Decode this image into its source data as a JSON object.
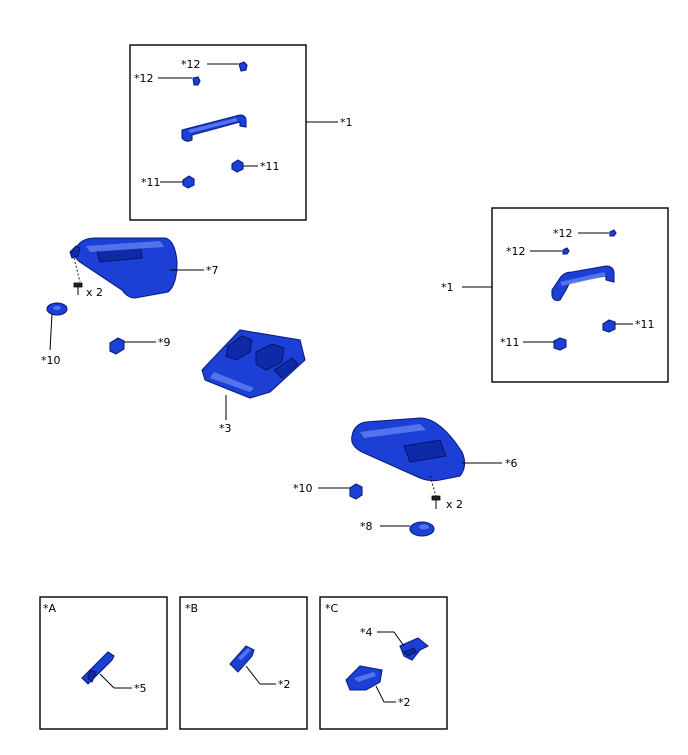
{
  "callouts": {
    "c1_top": "*1",
    "c1_right": "*1",
    "c2_b": "*2",
    "c2_c": "*2",
    "c3": "*3",
    "c4": "*4",
    "c5": "*5",
    "c6": "*6",
    "c7": "*7",
    "c8": "*8",
    "c9": "*9",
    "c10_left": "*10",
    "c10_right": "*10",
    "c11_top_a": "*11",
    "c11_top_b": "*11",
    "c11_right_a": "*11",
    "c11_right_b": "*11",
    "c12_top_a": "*12",
    "c12_top_b": "*12",
    "c12_right_a": "*12",
    "c12_right_b": "*12"
  },
  "quantities": {
    "left_screws": "x 2",
    "right_screws": "x 2"
  },
  "inset_labels": {
    "a": "*A",
    "b": "*B",
    "c": "*C"
  },
  "colors": {
    "part_fill": "#1c3fd6",
    "part_outline": "#0a1e80"
  }
}
